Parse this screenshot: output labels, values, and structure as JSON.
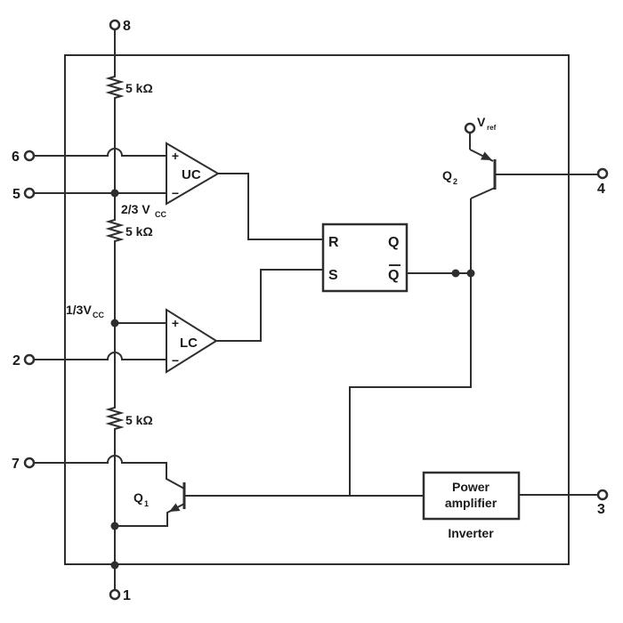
{
  "colors": {
    "line": "#2e2e2e",
    "text": "#1a1a1a",
    "background": "#ffffff"
  },
  "pins": {
    "pin8": "8",
    "pin6": "6",
    "pin5": "5",
    "pin2": "2",
    "pin7": "7",
    "pin1": "1",
    "pin4": "4",
    "pin3": "3"
  },
  "resistors": {
    "r1": "5 kΩ",
    "r2": "5 kΩ",
    "r3": "5 kΩ"
  },
  "nodes": {
    "two_thirds_main": "2/3 V",
    "two_thirds_sub": "CC",
    "one_third_main": "1/3V",
    "one_third_sub": "CC"
  },
  "comparators": {
    "upper": "UC",
    "lower": "LC",
    "plus": "+",
    "minus": "−"
  },
  "flipflop": {
    "r": "R",
    "s": "S",
    "q": "Q",
    "q_bar": "Q"
  },
  "transistors": {
    "q1_main": "Q",
    "q1_sub": "1",
    "q2_main": "Q",
    "q2_sub": "2"
  },
  "vref": {
    "main": "V",
    "sub": "ref"
  },
  "amplifier": {
    "line1": "Power",
    "line2": "amplifier",
    "caption": "Inverter"
  }
}
